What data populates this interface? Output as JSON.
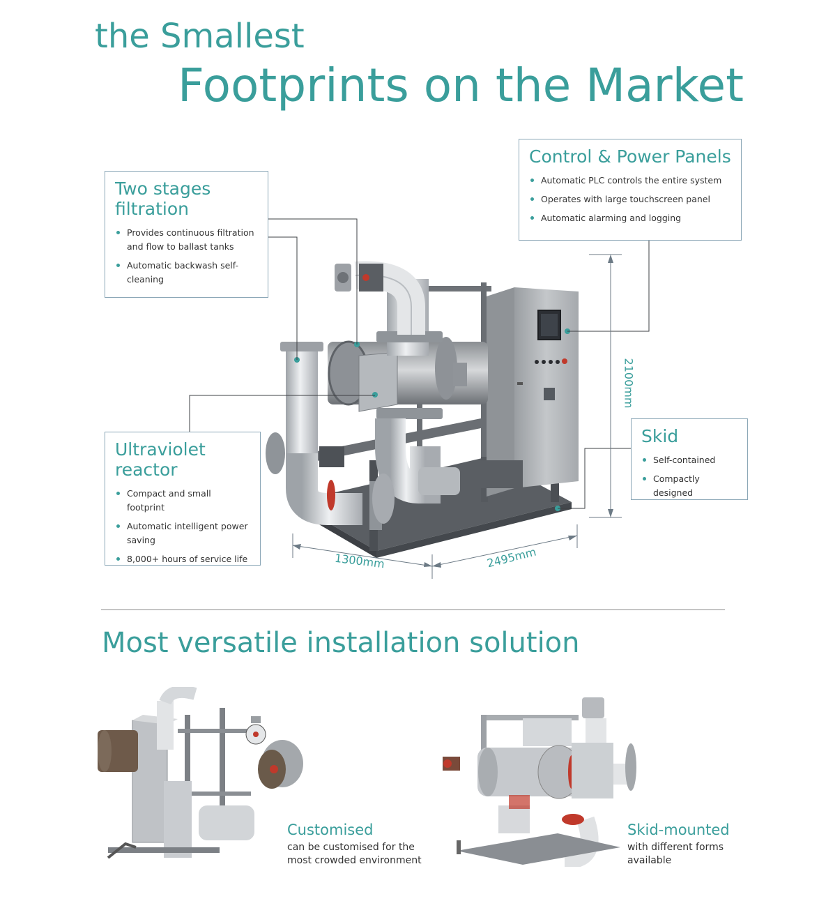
{
  "header": {
    "title_small": "the Smallest",
    "title_large": "Footprints on the Market"
  },
  "callouts": {
    "filtration": {
      "title": "Two stages filtration",
      "items": [
        "Provides continuous filtration and flow to ballast tanks",
        "Automatic backwash self-cleaning"
      ]
    },
    "control": {
      "title": "Control & Power Panels",
      "items": [
        "Automatic PLC controls the entire system",
        "Operates with large touchscreen panel",
        "Automatic alarming and logging"
      ]
    },
    "uv": {
      "title": "Ultraviolet reactor",
      "items": [
        "Compact and small footprint",
        "Automatic intelligent power saving",
        "8,000+ hours of service life"
      ]
    },
    "skid": {
      "title": "Skid",
      "items": [
        "Self-contained",
        "Compactly designed"
      ]
    }
  },
  "dimensions": {
    "width": "1300mm",
    "length": "2495mm",
    "height": "2100mm"
  },
  "section": {
    "heading": "Most versatile installation solution",
    "options": [
      {
        "title": "Customised",
        "desc": "can be customised for the most crowded environment"
      },
      {
        "title": "Skid-mounted",
        "desc": "with different forms available"
      }
    ]
  },
  "colors": {
    "accent": "#3a9e9b",
    "border": "#8aa6b6",
    "steel": "#c8cbcf",
    "frame": "#4a4d52"
  }
}
